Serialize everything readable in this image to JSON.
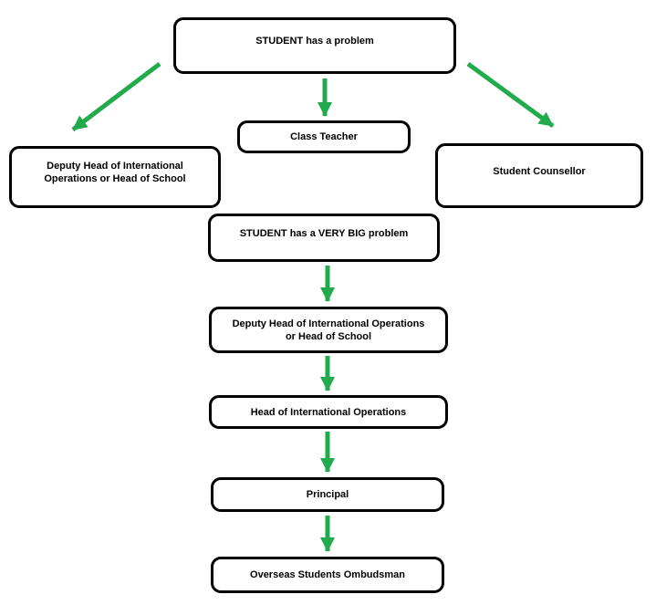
{
  "colors": {
    "arrow_green": "#22AB4D",
    "box_border": "#000000",
    "box_fill": "#FFFFFF",
    "text": "#000000"
  },
  "nodes": [
    {
      "id": "student-problem",
      "label": "STUDENT has a problem",
      "lines": [
        "STUDENT has a problem"
      ]
    },
    {
      "id": "deputy-head-or-head-of-school",
      "label": "Deputy Head of International Operations or Head of School",
      "lines": [
        "Deputy Head of International",
        "Operations or Head of School"
      ]
    },
    {
      "id": "class-teacher",
      "label": "Class Teacher",
      "lines": [
        "Class Teacher"
      ]
    },
    {
      "id": "student-counsellor",
      "label": "Student Counsellor",
      "lines": [
        "Student Counsellor"
      ]
    },
    {
      "id": "student-very-big-problem",
      "label": "STUDENT has a VERY BIG problem",
      "lines": [
        "STUDENT has a VERY BIG problem"
      ]
    },
    {
      "id": "deputy-head-or-head-of-school-2",
      "label": "Deputy Head of International Operations or Head of School",
      "lines": [
        "Deputy Head of International Operations",
        "or Head of School"
      ]
    },
    {
      "id": "head-of-international-operations",
      "label": "Head of International Operations",
      "lines": [
        "Head of International Operations"
      ]
    },
    {
      "id": "principal",
      "label": "Principal",
      "lines": [
        "Principal"
      ]
    },
    {
      "id": "overseas-students-ombudsman",
      "label": "Overseas Students Ombudsman",
      "lines": [
        "Overseas Students Ombudsman"
      ]
    }
  ],
  "edges": [
    {
      "from": "student-problem",
      "to": "deputy-head-or-head-of-school"
    },
    {
      "from": "student-problem",
      "to": "class-teacher"
    },
    {
      "from": "student-problem",
      "to": "student-counsellor"
    },
    {
      "from": "student-very-big-problem",
      "to": "deputy-head-or-head-of-school-2"
    },
    {
      "from": "deputy-head-or-head-of-school-2",
      "to": "head-of-international-operations"
    },
    {
      "from": "head-of-international-operations",
      "to": "principal"
    },
    {
      "from": "principal",
      "to": "overseas-students-ombudsman"
    }
  ]
}
